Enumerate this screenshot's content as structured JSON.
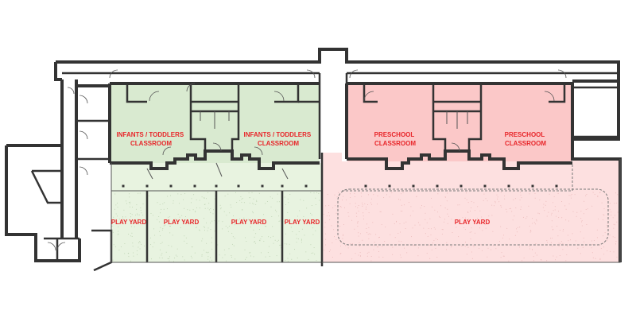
{
  "colors": {
    "infant_room_fill": "#d9ead0",
    "infant_yard_fill": "#e8f3e0",
    "preschool_room_fill": "#fbc8c8",
    "preschool_yard_fill": "#fde0e0",
    "label_color": "#e8262a",
    "wall_color": "#333333"
  },
  "rooms": [
    {
      "id": "infants-toddlers-classroom-1",
      "line1": "INFANTS / TODDLERS",
      "line2": "CLASSROOM"
    },
    {
      "id": "infants-toddlers-classroom-2",
      "line1": "INFANTS / TODDLERS",
      "line2": "CLASSROOM"
    },
    {
      "id": "preschool-classroom-1",
      "line1": "PRESCHOOL",
      "line2": "CLASSROOM"
    },
    {
      "id": "preschool-classroom-2",
      "line1": "PRESCHOOL",
      "line2": "CLASSROOM"
    }
  ],
  "yards": [
    {
      "id": "play-yard-1",
      "label": "PLAY YARD"
    },
    {
      "id": "play-yard-2",
      "label": "PLAY YARD"
    },
    {
      "id": "play-yard-3",
      "label": "PLAY YARD"
    },
    {
      "id": "play-yard-4",
      "label": "PLAY YARD"
    },
    {
      "id": "play-yard-5",
      "label": "PLAY YARD"
    }
  ]
}
